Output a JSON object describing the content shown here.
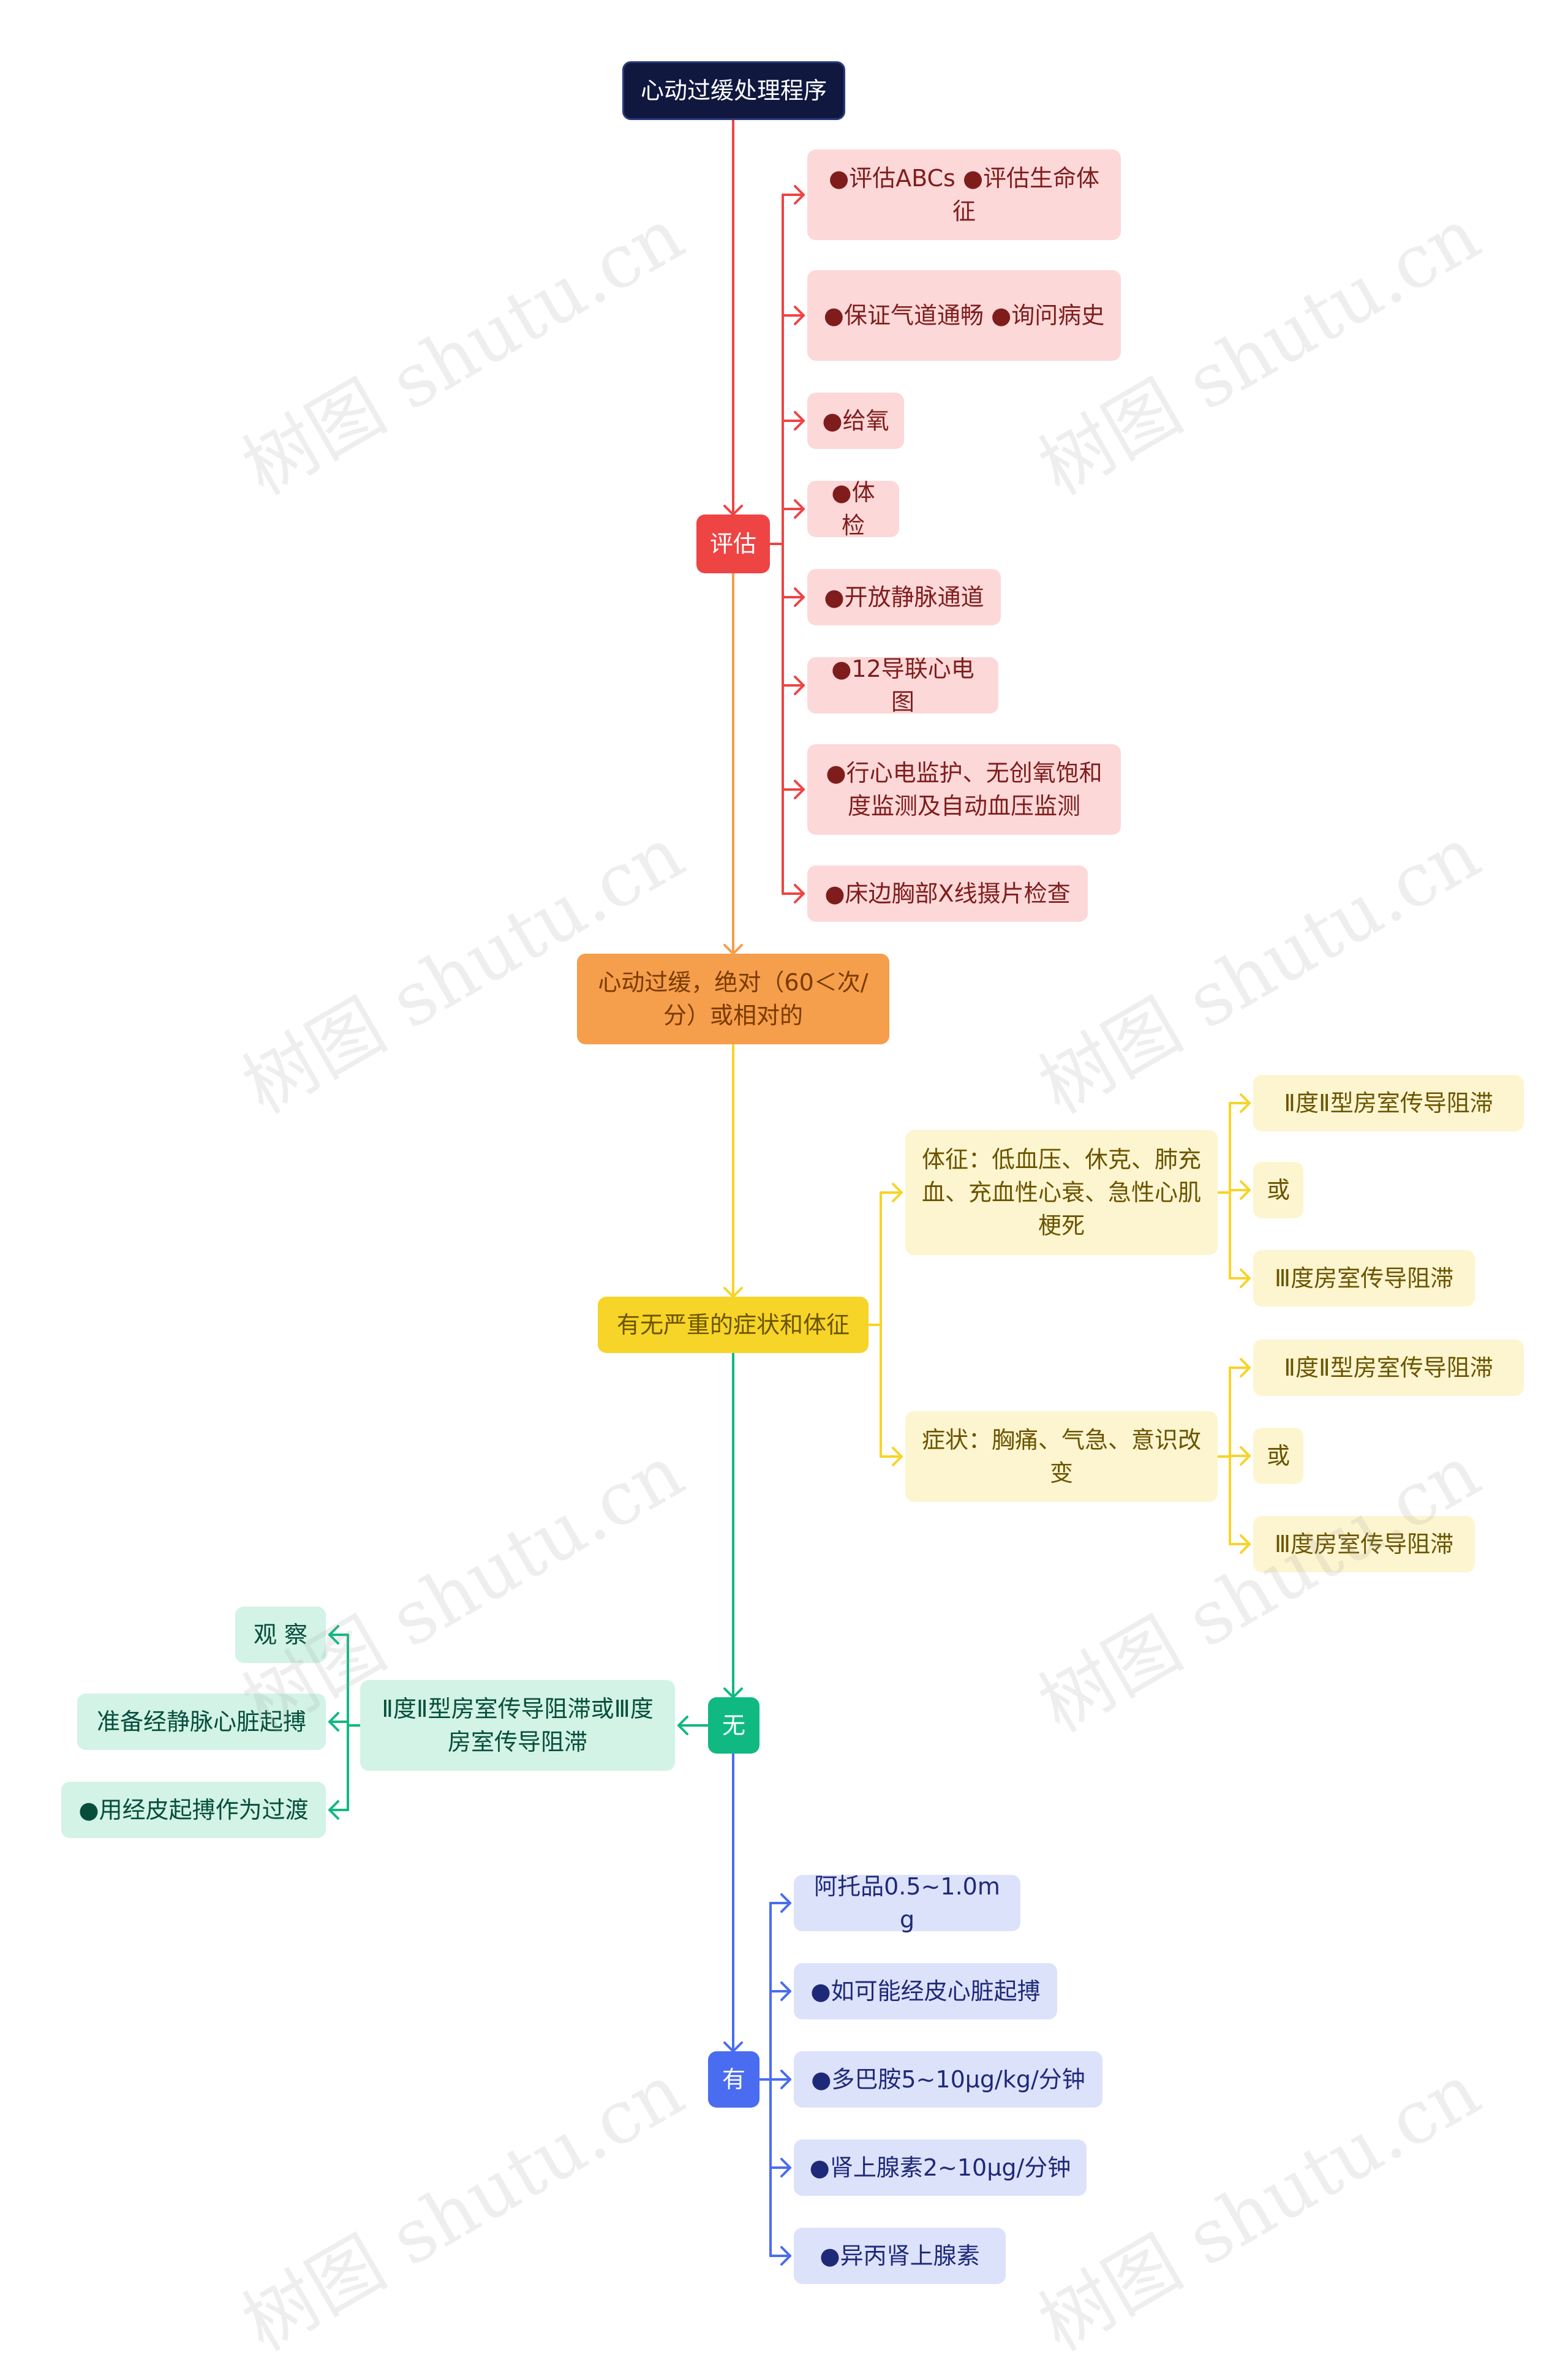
{
  "colors": {
    "root_bg": "#101840",
    "root_fg": "#ffffff",
    "red": "#ef4444",
    "red_light": "#fdd8d8",
    "red_text": "#7f1d1d",
    "orange": "#f59e4c",
    "orange_text": "#7a3b00",
    "yellow": "#f7d428",
    "yellow_light": "#fdf5cf",
    "yellow_text": "#6b5400",
    "green": "#10b981",
    "green_light": "#d2f3e6",
    "green_text": "#064e3b",
    "blue": "#4a6cf0",
    "blue_light": "#dde2fb",
    "blue_text": "#1e2a78"
  },
  "nodes": [
    {
      "id": "root",
      "name": "root-node",
      "text": "心动过缓处理程序",
      "style": "root"
    },
    {
      "id": "assess",
      "name": "assess-node",
      "text": "评估",
      "style": "red"
    },
    {
      "id": "a1",
      "name": "assess-item-abcs",
      "text": "●评估ABCs ●评估生命体征",
      "style": "red_leaf"
    },
    {
      "id": "a2",
      "name": "assess-item-airway",
      "text": "●保证气道通畅 ●询问病史",
      "style": "red_leaf"
    },
    {
      "id": "a3",
      "name": "assess-item-oxygen",
      "text": "●给氧",
      "style": "red_leaf"
    },
    {
      "id": "a4",
      "name": "assess-item-exam",
      "text": "●体检",
      "style": "red_leaf"
    },
    {
      "id": "a5",
      "name": "assess-item-iv",
      "text": "●开放静脉通道",
      "style": "red_leaf"
    },
    {
      "id": "a6",
      "name": "assess-item-ecg",
      "text": "●12导联心电图",
      "style": "red_leaf"
    },
    {
      "id": "a7",
      "name": "assess-item-monitor",
      "text": "●行心电监护、无创氧饱和度监测及自动血压监测",
      "style": "red_leaf"
    },
    {
      "id": "a8",
      "name": "assess-item-xray",
      "text": "●床边胸部X线摄片检查",
      "style": "red_leaf"
    },
    {
      "id": "brady",
      "name": "bradycardia-node",
      "text": "心动过缓，绝对（60＜次/分）或相对的",
      "style": "orange"
    },
    {
      "id": "severe",
      "name": "severe-symptoms-node",
      "text": "有无严重的症状和体征",
      "style": "yellow"
    },
    {
      "id": "signs",
      "name": "signs-node",
      "text": "体征：低血压、休克、肺充血、充血性心衰、急性心肌梗死",
      "style": "yellow_leaf"
    },
    {
      "id": "s1",
      "name": "signs-item-type2",
      "text": "Ⅱ度Ⅱ型房室传导阻滞",
      "style": "yellow_leaf"
    },
    {
      "id": "s2",
      "name": "signs-item-or",
      "text": "或",
      "style": "yellow_leaf"
    },
    {
      "id": "s3",
      "name": "signs-item-type3",
      "text": "Ⅲ度房室传导阻滞",
      "style": "yellow_leaf"
    },
    {
      "id": "symptoms",
      "name": "symptoms-node",
      "text": "症状：胸痛、气急、意识改变",
      "style": "yellow_leaf"
    },
    {
      "id": "y1",
      "name": "symptoms-item-type2",
      "text": "Ⅱ度Ⅱ型房室传导阻滞",
      "style": "yellow_leaf"
    },
    {
      "id": "y2",
      "name": "symptoms-item-or",
      "text": "或",
      "style": "yellow_leaf"
    },
    {
      "id": "y3",
      "name": "symptoms-item-type3",
      "text": "Ⅲ度房室传导阻滞",
      "style": "yellow_leaf"
    },
    {
      "id": "none",
      "name": "no-node",
      "text": "无",
      "style": "green"
    },
    {
      "id": "block",
      "name": "av-block-node",
      "text": "Ⅱ度Ⅱ型房室传导阻滞或Ⅲ度房室传导阻滞",
      "style": "green_leaf"
    },
    {
      "id": "g1",
      "name": "observe-node",
      "text": "观 察",
      "style": "green_leaf"
    },
    {
      "id": "g2",
      "name": "transvenous-pacing-node",
      "text": "准备经静脉心脏起搏",
      "style": "green_leaf"
    },
    {
      "id": "g3",
      "name": "transcutaneous-bridge-node",
      "text": "●用经皮起搏作为过渡",
      "style": "green_leaf"
    },
    {
      "id": "yes",
      "name": "yes-node",
      "text": "有",
      "style": "blue"
    },
    {
      "id": "b1",
      "name": "atropine-node",
      "text": "阿托品0.5~1.0mg",
      "style": "blue_leaf"
    },
    {
      "id": "b2",
      "name": "transcutaneous-pacing-node",
      "text": "●如可能经皮心脏起搏",
      "style": "blue_leaf"
    },
    {
      "id": "b3",
      "name": "dopamine-node",
      "text": "●多巴胺5~10μg/kg/分钟",
      "style": "blue_leaf"
    },
    {
      "id": "b4",
      "name": "epinephrine-node",
      "text": "●肾上腺素2~10μg/分钟",
      "style": "blue_leaf"
    },
    {
      "id": "b5",
      "name": "isoproterenol-node",
      "text": "●异丙肾上腺素",
      "style": "blue_leaf"
    }
  ],
  "watermark": "树图 shutu.cn"
}
